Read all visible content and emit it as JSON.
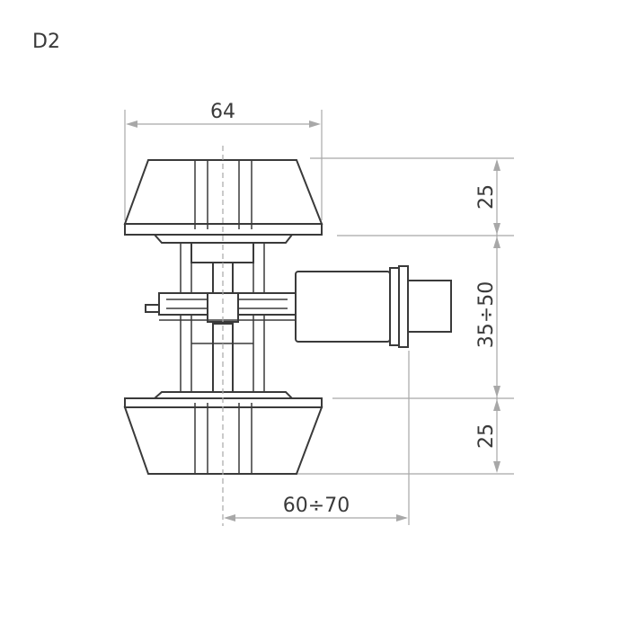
{
  "title": "D2",
  "dimensions": {
    "width_top": "64",
    "height_top": "25",
    "door_range": "35÷50",
    "height_bottom": "25",
    "backset": "60÷70"
  },
  "colors": {
    "line": "#3a3a3a",
    "dimension_line": "#a8a8a8",
    "background": "#ffffff"
  }
}
